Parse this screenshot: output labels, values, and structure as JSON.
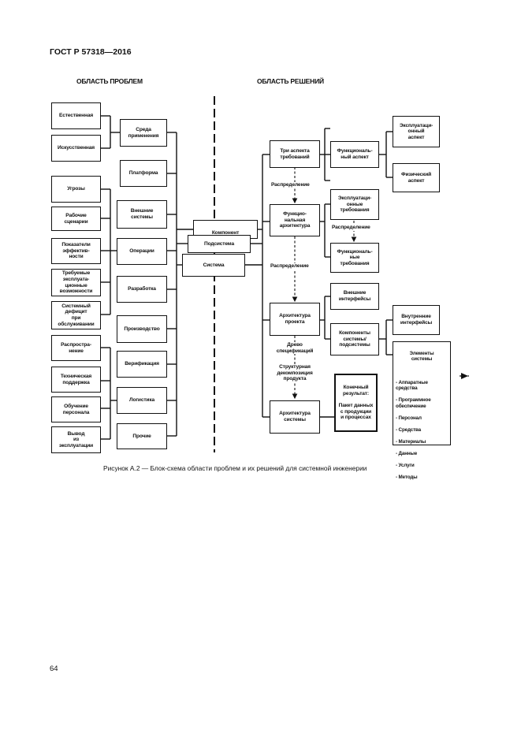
{
  "header": {
    "standard": "ГОСТ Р 57318—2016"
  },
  "sections": {
    "problems": "ОБЛАСТЬ ПРОБЛЕМ",
    "solutions": "ОБЛАСТЬ РЕШЕНИЙ"
  },
  "left_outer": {
    "natural": "Естественная",
    "artificial": "Искусственная",
    "threats": "Угрозы",
    "work_scenarios": "Рабочие\nсценарии",
    "effectiveness": "Показатели\nэффектив-\nности",
    "required_capabilities": "Требуемые\nэксплуата-\nционные\nвозможности",
    "support_deficit": "Системный\nдефицит\nпри\nобслуживании",
    "distribution": "Распростра-\nнение",
    "tech_support": "Техническая\nподдержка",
    "staff_training": "Обучение\nперсонала",
    "decommission": "Вывод\nиз\nэксплуатации"
  },
  "left_inner": {
    "environment": "Среда\nприменения",
    "platform": "Платформа",
    "external_systems": "Внешние\nсистемы",
    "operations": "Операции",
    "development": "Разработка",
    "production": "Производство",
    "verification": "Верификация",
    "logistics": "Логистика",
    "other": "Прочие"
  },
  "center": {
    "component": "Компонент",
    "subsystem": "Подсистема",
    "system": "Система"
  },
  "right": {
    "three_aspects": "Три аспекта\nтребований",
    "functional_aspect": "Функциональ-\nный аспект",
    "operational_aspect": "Эксплуатаци-\nонный\nаспект",
    "physical_aspect": "Физический\nаспект",
    "functional_architecture": "Функцио-\nнальная\nархитектура",
    "operational_requirements": "Эксплуатаци-\nонные\nтребования",
    "functional_requirements": "Функциональ-\nные\nтребования",
    "design_architecture": "Архитектура\nпроекта",
    "external_interfaces": "Внешние\nинтерфейсы",
    "system_components": "Компоненты\nсистемы/\nподсистемы",
    "internal_interfaces": "Внутренние\nинтерфейсы",
    "system_architecture": "Архитектура\nсистемы",
    "final_result": "Конечный\nрезультат:\n\nПакет данных\nс продукции\nи процессах"
  },
  "labels": {
    "distribution_1": "Распределение",
    "distribution_2": "Распределение",
    "distribution_3": "Распределение",
    "spec_tree": "Древо\nспецификаций",
    "structural_decomposition": "Структурная\nдекомпозиция\nпродукта"
  },
  "elements": {
    "title": "Элементы\nсистемы",
    "items": [
      "- Аппаратные\nсредства",
      "- Программное\nобеспечение",
      "- Персонал",
      "- Средства",
      "- Материалы",
      "- Данные",
      "- Услуги",
      "- Методы"
    ]
  },
  "caption": "Рисунок А.2 — Блок-схема области проблем и их решений для системной инженерии",
  "page_number": "64"
}
